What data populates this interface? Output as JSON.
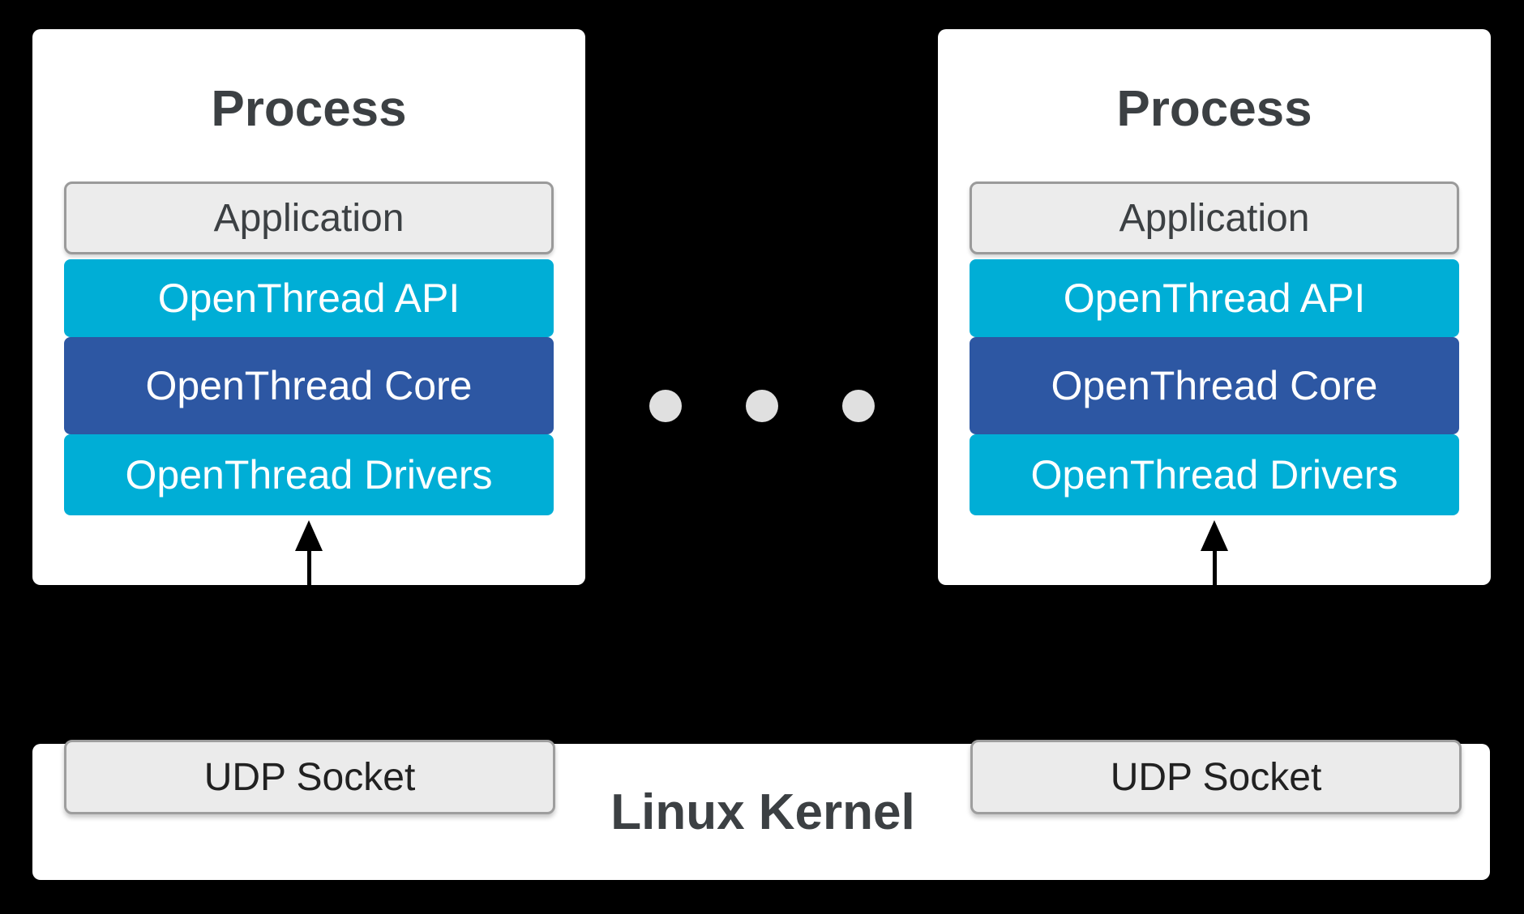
{
  "diagram": {
    "processes": [
      {
        "title": "Process",
        "layers": {
          "application": "Application",
          "api": "OpenThread API",
          "core": "OpenThread Core",
          "drivers": "OpenThread Drivers"
        }
      },
      {
        "title": "Process",
        "layers": {
          "application": "Application",
          "api": "OpenThread API",
          "core": "OpenThread Core",
          "drivers": "OpenThread Drivers"
        }
      }
    ],
    "ellipsis": {
      "dot_count": 3
    },
    "kernel": {
      "title": "Linux Kernel",
      "sockets": [
        "UDP Socket",
        "UDP Socket"
      ]
    },
    "colors": {
      "background": "#000000",
      "card_bg": "#ffffff",
      "heading_text": "#3c4043",
      "application_bg": "#ececec",
      "application_border": "#9a9a9a",
      "application_text": "#3c4043",
      "api_bg": "#00aed6",
      "core_bg": "#2d57a3",
      "drivers_bg": "#00aed6",
      "layer_text": "#ffffff",
      "udp_bg": "#ebebeb",
      "udp_border": "#9e9e9e",
      "udp_text": "#212121",
      "dot_color": "#e0e0e0",
      "arrow_color": "#000000"
    }
  }
}
